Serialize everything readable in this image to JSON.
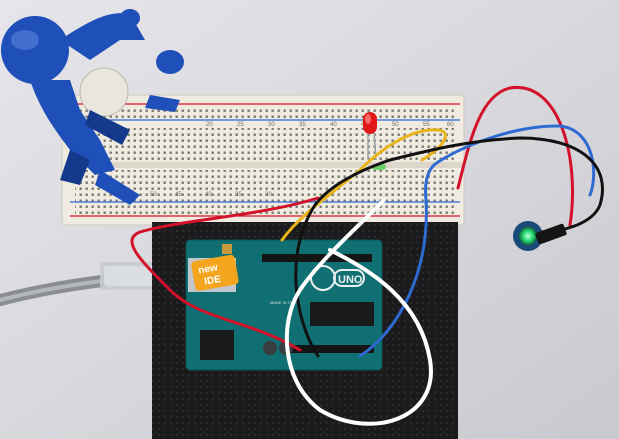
{
  "breadboard": {
    "top_row_numbers": [
      "20",
      "25",
      "30",
      "35",
      "40",
      "45",
      "50",
      "55",
      "60"
    ],
    "bottom_row_numbers": [
      "50",
      "45",
      "40",
      "35",
      "30"
    ]
  },
  "arduino": {
    "board_name": "UNO",
    "sticker_line1": "new",
    "sticker_line2": "IDE",
    "made_in": "MADE IN ITALY"
  },
  "colors": {
    "background": "#d9d9de",
    "breadboard": "#efebe1",
    "foam_mat": "#1b1b1d",
    "arduino_pcb": "#0f6f72",
    "robot_blue": "#1f4fb8",
    "wire_red": "#d3122a",
    "wire_yellow": "#e8b41a",
    "wire_blue": "#2d6ad2",
    "wire_white": "#ffffff",
    "wire_black": "#111111",
    "led_red": "#e01818",
    "sensor_green": "#2ee07a"
  }
}
